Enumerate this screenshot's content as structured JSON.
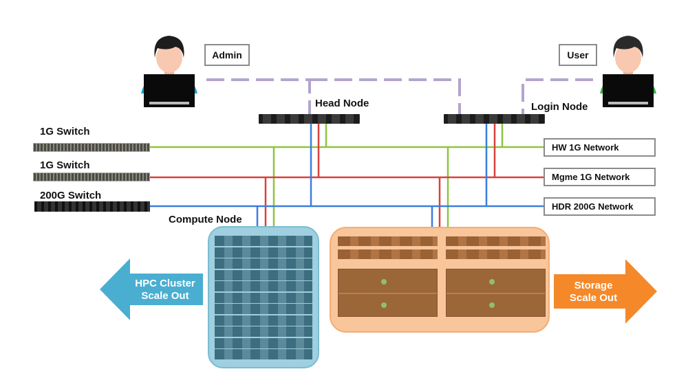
{
  "actors": {
    "admin": {
      "label": "Admin",
      "shirt_color": "#1aa3dc"
    },
    "user": {
      "label": "User",
      "shirt_color": "#3cb54a"
    }
  },
  "nodes": {
    "head": "Head Node",
    "login": "Login Node",
    "compute": "Compute Node"
  },
  "switches": [
    {
      "label": "1G Switch",
      "network": "hw"
    },
    {
      "label": "1G Switch",
      "network": "mgmt"
    },
    {
      "label": "200G Switch",
      "network": "hdr"
    }
  ],
  "networks": [
    {
      "id": "hw",
      "label": "HW 1G Network",
      "color": "#8cc63f"
    },
    {
      "id": "mgmt",
      "label": "Mgme 1G Network",
      "color": "#d9403b"
    },
    {
      "id": "hdr",
      "label": "HDR 200G Network",
      "color": "#3b7ddd"
    }
  ],
  "access_link_color": "#b3a4cf",
  "scale_out": {
    "hpc": {
      "line1": "HPC Cluster",
      "line2": "Scale Out",
      "color": "#4aaed0"
    },
    "storage": {
      "line1": "Storage",
      "line2": "Scale Out",
      "color": "#f5892a"
    }
  },
  "compute_node_count": 11,
  "storage": {
    "small_nodes_per_column": 2,
    "large_nodes_per_column": 1,
    "columns": 2
  }
}
